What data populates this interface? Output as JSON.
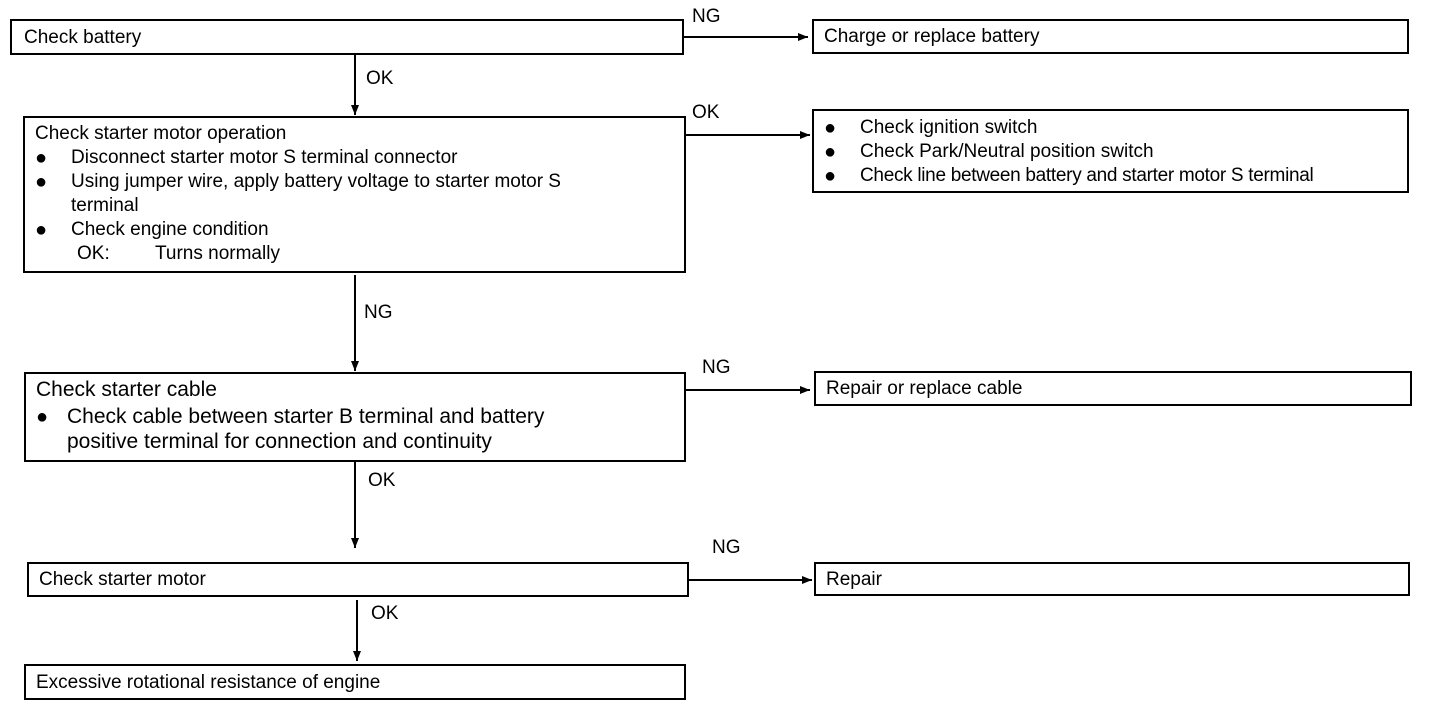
{
  "nodes": {
    "check_battery": {
      "title": "Check battery"
    },
    "charge_battery": {
      "title": "Charge or replace battery"
    },
    "starter_operation": {
      "title": "Check starter motor operation",
      "bullets": [
        "Disconnect starter motor S terminal connector",
        "Using jumper wire, apply battery voltage to starter motor S",
        "terminal",
        "Check engine condition"
      ],
      "ok_label": "OK:",
      "ok_value": "Turns normally"
    },
    "ignition_checks": {
      "bullets": [
        "Check ignition switch",
        "Check Park/Neutral position switch",
        "Check line between battery and starter motor S terminal"
      ]
    },
    "starter_cable": {
      "title": "Check starter cable",
      "line1": "Check cable between starter B terminal and battery",
      "line2": "positive terminal for connection and continuity"
    },
    "repair_cable": {
      "title": "Repair or replace cable"
    },
    "check_starter_motor": {
      "title": "Check starter motor"
    },
    "repair": {
      "title": "Repair"
    },
    "excessive_resistance": {
      "title": "Excessive rotational resistance of engine"
    }
  },
  "edges": {
    "battery_ng": "NG",
    "battery_ok": "OK",
    "operation_ok": "OK",
    "operation_ng": "NG",
    "cable_ng": "NG",
    "cable_ok": "OK",
    "motor_ng": "NG",
    "motor_ok": "OK"
  },
  "bullet_symbol": "●"
}
